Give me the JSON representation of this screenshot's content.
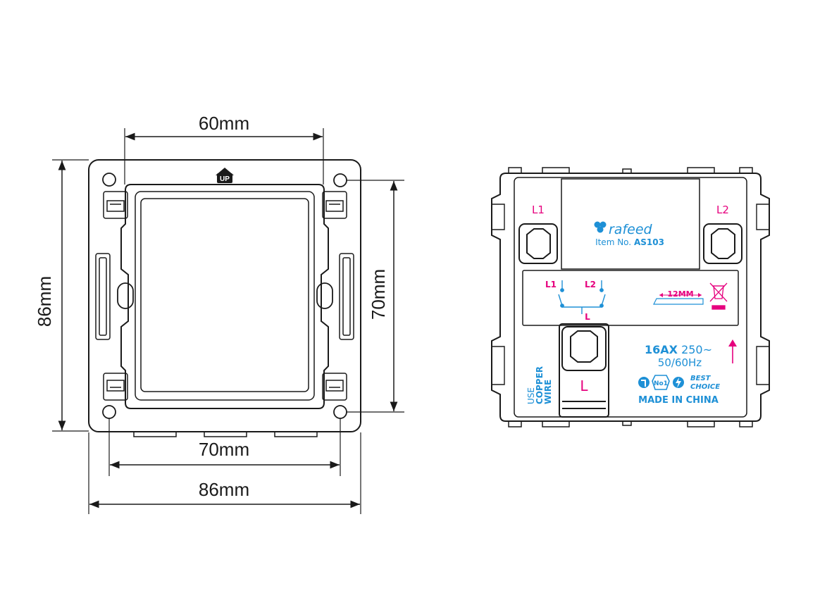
{
  "dimensions": {
    "top_width": "60mm",
    "left_height": "86mm",
    "right_height": "70mm",
    "bottom_inner": "70mm",
    "bottom_outer": "86mm"
  },
  "frame": {
    "up_mark": "UP"
  },
  "module": {
    "terminal_l1": "L1",
    "terminal_l2": "L2",
    "terminal_l": "L",
    "brand": "rafeed",
    "item_prefix": "Item No.",
    "item_no": "AS103",
    "diagram_l1": "L1",
    "diagram_l2": "L2",
    "diagram_l": "L",
    "strip_length": "12MM",
    "rating_current": "16AX",
    "rating_voltage": "250~",
    "rating_freq": "50/60Hz",
    "copper_use": "USE",
    "copper_copper": "COPPER",
    "copper_wire": "WIRE",
    "cert_best": "BEST",
    "cert_choice": "CHOICE",
    "cert_nol": "No1",
    "made_in": "MADE IN CHINA"
  },
  "colors": {
    "line": "#1a1a1a",
    "terminal_label": "#e6007e",
    "info_print": "#1e90d6"
  }
}
